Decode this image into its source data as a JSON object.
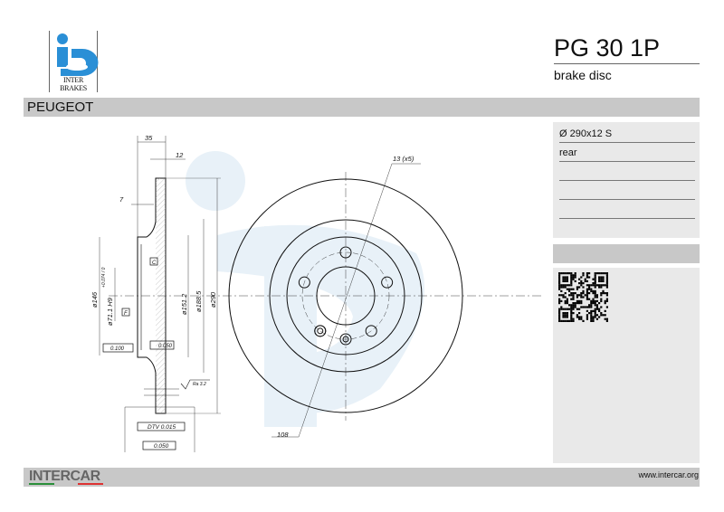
{
  "header": {
    "logo_text": "INTER BRAKES",
    "part_code": "PG 30 1P",
    "part_type": "brake disc"
  },
  "brand": "PEUGEOT",
  "specs": {
    "rows": [
      "Ø 290x12 S",
      "rear",
      "",
      "",
      ""
    ]
  },
  "drawing": {
    "dims": {
      "overall_height": "35",
      "thickness": "12",
      "hat_offset": "7",
      "hub_dia": "ø146",
      "center_bore": "ø71.1  H9",
      "tolerance": "+0.074 / 0",
      "d151": "ø151.2",
      "d188": "ø188.5",
      "d290": "ø290",
      "holes": "13 (x5)",
      "pcd": "108",
      "roughness": "Ra 3.2",
      "parallel_tol": "0.100",
      "runout_tol": "0.050",
      "dtv": "DTV  0.015",
      "runout2": "0.050",
      "datum_c": "C",
      "datum_f": "F"
    }
  },
  "footer": {
    "logo_text": "INTERCAR",
    "url": "www.intercar.org"
  },
  "colors": {
    "logo_blue": "#2a8fd6",
    "watermark": "#e8f1f8",
    "bar": "#c8c8c8",
    "panel": "#e9e9e9"
  }
}
